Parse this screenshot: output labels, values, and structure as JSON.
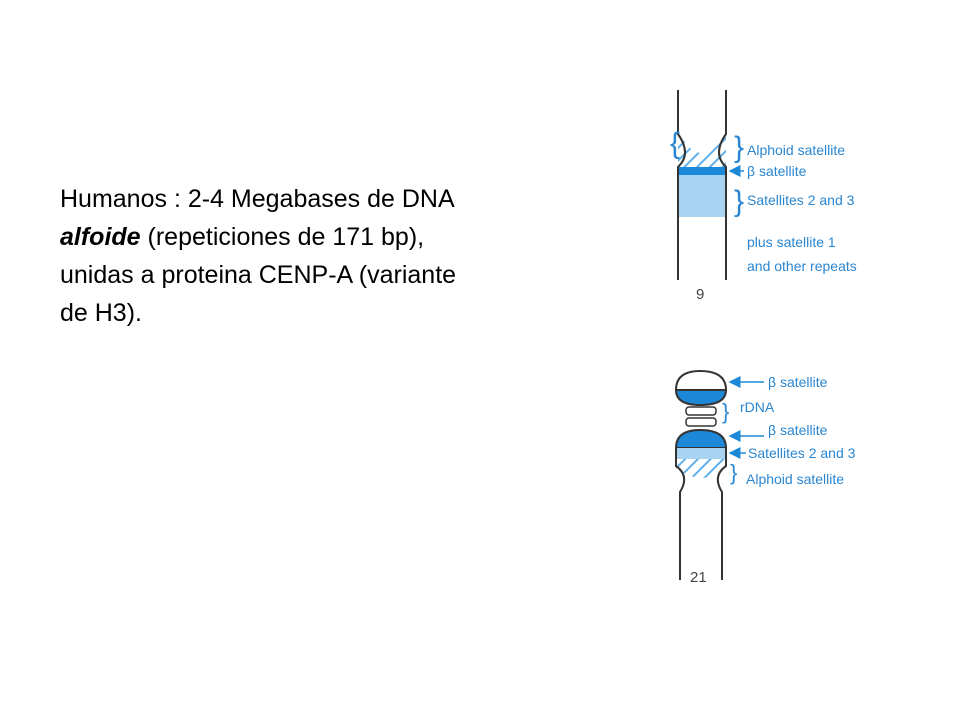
{
  "body_text": {
    "line1": "Humanos :  2-4 Megabases de DNA",
    "alfoide": "alfoide",
    "line2_rest": " (repeticiones de 171 bp),",
    "line3": "unidas a proteina CENP-A (variante",
    "line4": "de H3)."
  },
  "diagram": {
    "chr9": {
      "number": "9",
      "labels": {
        "alphoid": "Alphoid satellite",
        "beta": "β satellite",
        "sat23": "Satellites 2 and 3",
        "plus1": "plus satellite 1",
        "other": "and other repeats"
      }
    },
    "chr21": {
      "number": "21",
      "labels": {
        "beta_top": "β satellite",
        "rdna": "rDNA",
        "beta_mid": "β satellite",
        "sat23": "Satellites 2 and 3",
        "alphoid": "Alphoid satellite"
      }
    },
    "colors": {
      "dark_blue": "#1e88d8",
      "light_blue": "#a8d4f2",
      "outline": "#333333",
      "label": "#2a86d0",
      "number": "#444444"
    }
  }
}
